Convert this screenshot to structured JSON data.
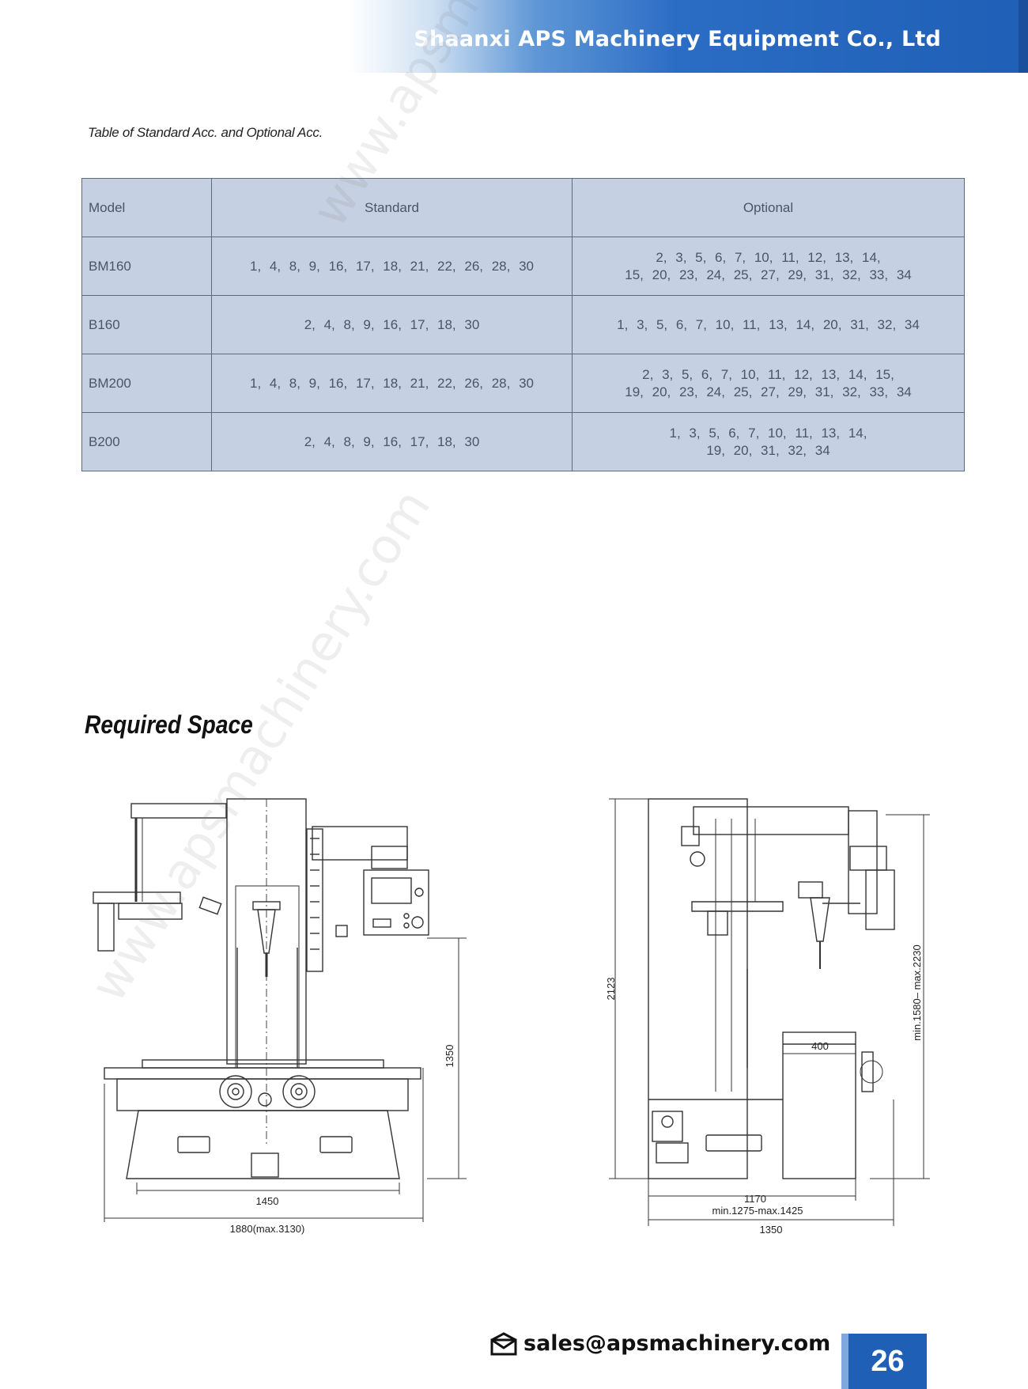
{
  "header": {
    "company": "Shaanxi APS Machinery Equipment Co., Ltd"
  },
  "table": {
    "caption": "Table of Standard Acc. and Optional Acc.",
    "headers": [
      "Model",
      "Standard",
      "Optional"
    ],
    "rows": [
      {
        "model": "BM160",
        "standard": "1, 4, 8, 9, 16, 17, 18, 21, 22, 26, 28, 30",
        "optional_1": "2, 3, 5, 6, 7, 10, 11, 12, 13, 14,",
        "optional_2": "15, 20, 23, 24, 25, 27, 29, 31, 32, 33, 34"
      },
      {
        "model": "B160",
        "standard": "2, 4, 8, 9, 16, 17, 18, 30",
        "optional_1": "1, 3, 5, 6, 7, 10, 11, 13, 14, 20, 31, 32, 34",
        "optional_2": ""
      },
      {
        "model": "BM200",
        "standard": "1, 4, 8, 9, 16, 17, 18, 21, 22, 26, 28, 30",
        "optional_1": "2, 3, 5, 6, 7, 10, 11, 12, 13, 14, 15,",
        "optional_2": "19, 20, 23, 24, 25, 27, 29, 31, 32, 33, 34"
      },
      {
        "model": "B200",
        "standard": "2, 4, 8, 9, 16, 17, 18, 30",
        "optional_1": "1, 3, 5, 6, 7, 10, 11, 13, 14,",
        "optional_2": "19, 20, 31, 32, 34"
      }
    ]
  },
  "section": {
    "title": "Required Space"
  },
  "dimensions": {
    "front_width": "1450",
    "front_total": "1880(max.3130)",
    "front_height": "1350",
    "side_height": "2123",
    "side_height_range": "min.1580– max.2230",
    "side_400": "400",
    "side_1170": "1170",
    "side_range": "min.1275-max.1425",
    "side_1350": "1350"
  },
  "watermark": "www.apsmachinery.com",
  "footer": {
    "email": "sales@apsmachinery.com",
    "page": "26"
  }
}
